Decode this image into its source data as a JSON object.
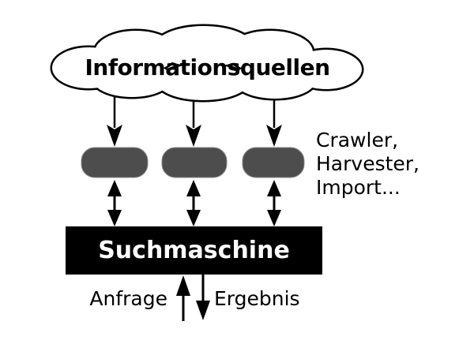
{
  "diagram": {
    "source_label": "Informationsquellen",
    "collector_lines": {
      "0": "Crawler,",
      "1": "Harvester,",
      "2": "Import..."
    },
    "engine_label": "Suchmaschine",
    "request_label": "Anfrage",
    "result_label": "Ergebnis"
  },
  "colors": {
    "background": "#ffffff",
    "outline": "#000000",
    "connector_fill": "#4d4d4d",
    "engine_fill": "#000000",
    "engine_text": "#ffffff"
  }
}
